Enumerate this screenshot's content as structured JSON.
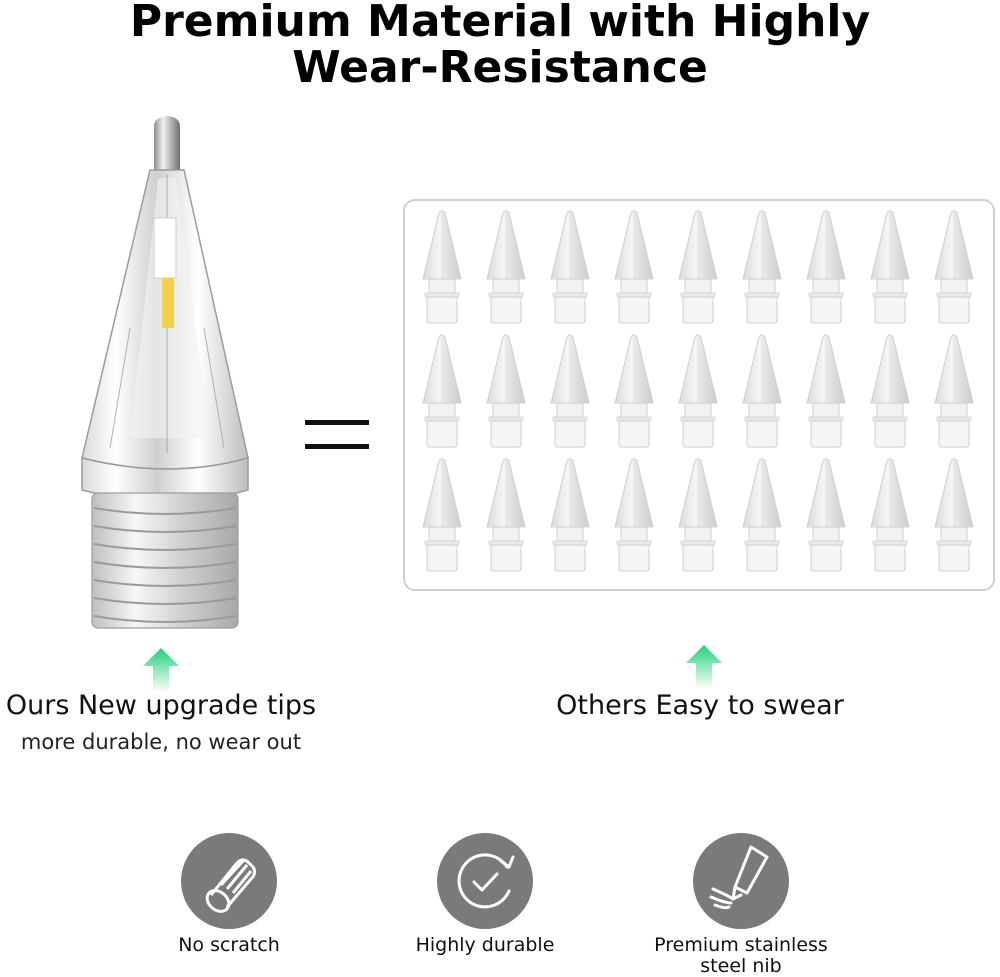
{
  "header": {
    "title_line1": "Premium Material with Highly",
    "title_line2": "Wear-Resistance"
  },
  "comparison": {
    "ours_label": "Ours New upgrade tips",
    "ours_sublabel": "more durable, no wear out",
    "others_label": "Others Easy to swear",
    "others_rows": 3,
    "others_cols": 9
  },
  "features": [
    {
      "label": "No scratch",
      "icon": "eraser-icon"
    },
    {
      "label": "Highly durable",
      "icon": "clock-check-icon"
    },
    {
      "label": "Premium stainless steel nib",
      "icon": "pen-nib-icon"
    }
  ],
  "colors": {
    "arrow_green": "#1fd17a",
    "icon_circle": "#7a7a7a",
    "panel_border": "#cfcfcf"
  }
}
